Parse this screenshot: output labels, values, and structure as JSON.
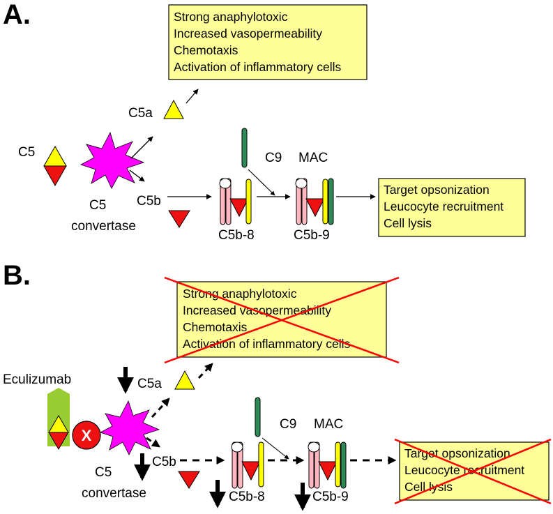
{
  "panel_a": {
    "label": "A.",
    "effects_box": [
      "Strong anaphylotoxic",
      "Increased vasopermeability",
      "Chemotaxis",
      "Activation of inflammatory cells"
    ],
    "c5": "C5",
    "c5a": "C5a",
    "c5b": "C5b",
    "convertase": [
      "C5",
      "convertase"
    ],
    "c9": "C9",
    "mac": "MAC",
    "c5b8": "C5b-8",
    "c5b9": "C5b-9",
    "outcome_box": [
      "Target opsonization",
      "Leucocyte recruitment",
      "Cell lysis"
    ]
  },
  "panel_b": {
    "label": "B.",
    "effects_box": [
      "Strong anaphylotoxic",
      "Increased vasopermeability",
      "Chemotaxis",
      "Activation of inflammatory cells"
    ],
    "drug": "Eculizumab",
    "block_mark": "X",
    "c5a": "C5a",
    "c5b": "C5b",
    "convertase": [
      "C5",
      "convertase"
    ],
    "c9": "C9",
    "mac": "MAC",
    "c5b8": "C5b-8",
    "c5b9": "C5b-9",
    "outcome_box": [
      "Target opsonization",
      "Leucocyte recruitment",
      "Cell lysis"
    ]
  },
  "colors": {
    "box_fill": "#FFFF99",
    "c5a_yellow": "#FFFF00",
    "c5b_red": "#EE1111",
    "convertase_magenta": "#FF00FF",
    "c9_green": "#2E8B57",
    "pink": "#FFB6C1",
    "antibody_green": "#99CC33",
    "cross_red": "#FF0000"
  }
}
